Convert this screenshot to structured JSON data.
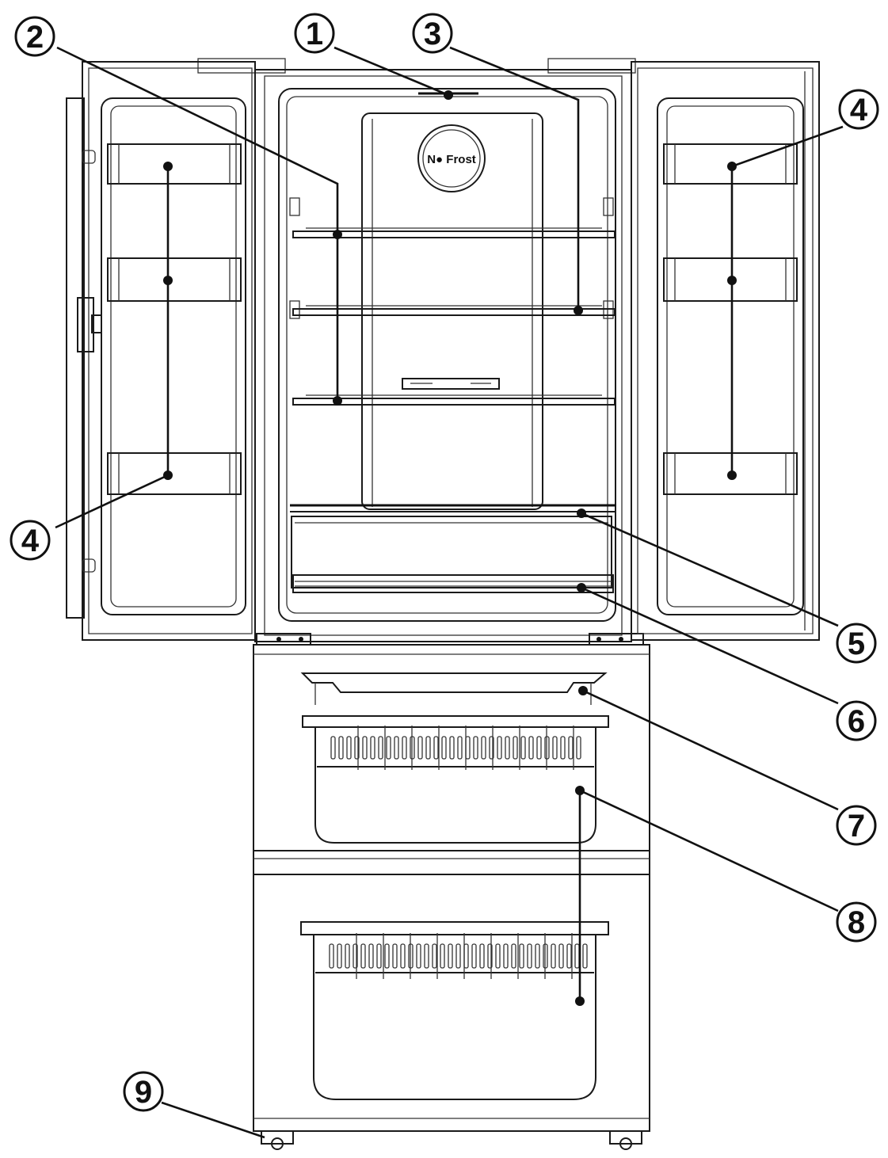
{
  "badge": {
    "text": "N● Frost"
  },
  "callouts": [
    {
      "id": "c1",
      "label": "1"
    },
    {
      "id": "c2",
      "label": "2"
    },
    {
      "id": "c3",
      "label": "3"
    },
    {
      "id": "c4r",
      "label": "4"
    },
    {
      "id": "c4l",
      "label": "4"
    },
    {
      "id": "c5",
      "label": "5"
    },
    {
      "id": "c6",
      "label": "6"
    },
    {
      "id": "c7",
      "label": "7"
    },
    {
      "id": "c8",
      "label": "8"
    },
    {
      "id": "c9",
      "label": "9"
    }
  ],
  "colors": {
    "line": "#1a1a1a",
    "background": "#ffffff"
  }
}
